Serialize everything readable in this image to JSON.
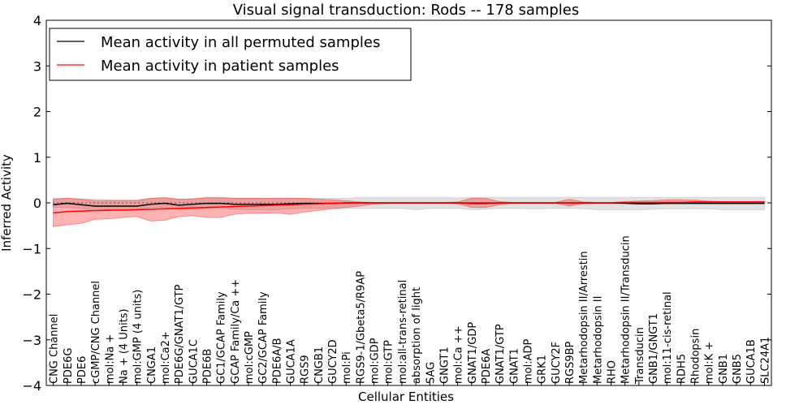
{
  "chart_data": {
    "type": "line",
    "title": "Visual signal transduction: Rods -- 178 samples",
    "xlabel": "Cellular Entities",
    "ylabel": "Inferred Activity",
    "ylim": [
      -4,
      4
    ],
    "yticks": [
      "4",
      "3",
      "2",
      "1",
      "0",
      "−1",
      "−2",
      "−3",
      "−4"
    ],
    "ytick_values": [
      4,
      3,
      2,
      1,
      0,
      -1,
      -2,
      -3,
      -4
    ],
    "grid": false,
    "legend_position": "top-left",
    "categories": [
      "CNG Channel",
      "PDE6G",
      "PDE6",
      "cGMP/CNG Channel",
      "mol:Na +",
      "Na + (4 Units)",
      "mol:GMP (4 units)",
      "CNGA1",
      "mol:Ca2+",
      "PDE6G/GNAT1/GTP",
      "GUCA1C",
      "PDE6B",
      "GC1/GCAP Family",
      "GCAP Family/Ca ++",
      "mol:cGMP",
      "GC2/GCAP Family",
      "PDE6A/B",
      "GUCA1A",
      "RGS9",
      "CNGB1",
      "GUCY2D",
      "mol:Pi",
      "RGS9-1/Gbeta5/R9AP",
      "mol:GDP",
      "mol:GTP",
      "mol:all-trans-retinal",
      "absorption of light",
      "SAG",
      "GNGT1",
      "mol:Ca ++",
      "GNAT1/GDP",
      "PDE6A",
      "GNAT1/GTP",
      "GNAT1",
      "mol:ADP",
      "GRK1",
      "GUCY2F",
      "RGS9BP",
      "Metarhodopsin II/Arrestin",
      "Metarhodopsin II",
      "RHO",
      "Metarhodopsin II/Transducin",
      "Transducin",
      "GNB1/GNGT1",
      "mol:11-cis-retinal",
      "RDH5",
      "Rhodopsin",
      "mol:K +",
      "GNB1",
      "GNB5",
      "GUCA1B",
      "SLC24A1"
    ],
    "series": [
      {
        "name": "Mean activity in all permuted samples",
        "color": "#000000",
        "values": [
          -0.04,
          -0.01,
          -0.04,
          -0.07,
          -0.07,
          -0.07,
          -0.07,
          -0.03,
          -0.01,
          -0.05,
          -0.03,
          -0.01,
          -0.01,
          -0.03,
          -0.03,
          -0.03,
          -0.03,
          -0.02,
          -0.01,
          -0.01,
          -0.01,
          0,
          0,
          0,
          0,
          0,
          0,
          0,
          0,
          0,
          -0.01,
          -0.01,
          0,
          0,
          0,
          0,
          0,
          0,
          0,
          0,
          0,
          -0.01,
          -0.02,
          -0.02,
          -0.01,
          -0.01,
          -0.01,
          -0.01,
          -0.01,
          -0.01,
          -0.01,
          -0.01
        ],
        "band_upper": [
          0.1,
          0.1,
          0.09,
          0.08,
          0.07,
          0.07,
          0.07,
          0.1,
          0.1,
          0.08,
          0.09,
          0.1,
          0.1,
          0.1,
          0.1,
          0.1,
          0.1,
          0.1,
          0.1,
          0.1,
          0.1,
          0.1,
          0.12,
          0.12,
          0.12,
          0.12,
          0.12,
          0.12,
          0.12,
          0.11,
          0.12,
          0.12,
          0.12,
          0.12,
          0.12,
          0.12,
          0.12,
          0.12,
          0.12,
          0.12,
          0.12,
          0.12,
          0.12,
          0.12,
          0.12,
          0.12,
          0.12,
          0.12,
          0.12,
          0.12,
          0.12,
          0.12
        ],
        "band_lower": [
          -0.1,
          -0.1,
          -0.12,
          -0.17,
          -0.17,
          -0.16,
          -0.15,
          -0.1,
          -0.1,
          -0.15,
          -0.14,
          -0.12,
          -0.12,
          -0.14,
          -0.15,
          -0.15,
          -0.15,
          -0.13,
          -0.12,
          -0.12,
          -0.12,
          -0.12,
          -0.12,
          -0.12,
          -0.12,
          -0.12,
          -0.15,
          -0.12,
          -0.12,
          -0.12,
          -0.15,
          -0.14,
          -0.12,
          -0.12,
          -0.13,
          -0.13,
          -0.12,
          -0.12,
          -0.13,
          -0.15,
          -0.15,
          -0.15,
          -0.15,
          -0.14,
          -0.13,
          -0.13,
          -0.13,
          -0.13,
          -0.15,
          -0.15,
          -0.15,
          -0.15
        ]
      },
      {
        "name": "Mean activity in patient samples",
        "color": "#ff0000",
        "values": [
          -0.22,
          -0.19,
          -0.18,
          -0.17,
          -0.16,
          -0.16,
          -0.15,
          -0.14,
          -0.13,
          -0.12,
          -0.11,
          -0.1,
          -0.09,
          -0.08,
          -0.07,
          -0.06,
          -0.05,
          -0.04,
          -0.03,
          -0.02,
          -0.01,
          0,
          0,
          0,
          0,
          0,
          0,
          0,
          0,
          0,
          0,
          0,
          0,
          0,
          0,
          0,
          0,
          0,
          0,
          0,
          0,
          0.01,
          0.01,
          0.01,
          0.01,
          0.01,
          0.02,
          0.02,
          0.02,
          0.02,
          0.02,
          0.02
        ],
        "band_upper": [
          0.08,
          0.1,
          0.08,
          0.05,
          0.05,
          0.05,
          0.05,
          0.1,
          0.12,
          0.08,
          0.09,
          0.12,
          0.12,
          0.1,
          0.1,
          0.1,
          0.1,
          0.1,
          0.1,
          0.08,
          0.07,
          0.05,
          0.02,
          0.01,
          0.01,
          0.01,
          0.01,
          0.01,
          0.01,
          0.02,
          0.1,
          0.1,
          0.03,
          0.01,
          0.01,
          0.01,
          0.01,
          0.08,
          0.02,
          0.01,
          0.01,
          0.03,
          0.04,
          0.05,
          0.07,
          0.07,
          0.06,
          0.04,
          0.03,
          0.03,
          0.03,
          0.03
        ],
        "band_lower": [
          -0.52,
          -0.48,
          -0.45,
          -0.36,
          -0.35,
          -0.32,
          -0.3,
          -0.4,
          -0.38,
          -0.3,
          -0.28,
          -0.32,
          -0.32,
          -0.25,
          -0.23,
          -0.23,
          -0.22,
          -0.25,
          -0.2,
          -0.17,
          -0.13,
          -0.1,
          -0.07,
          -0.03,
          -0.01,
          -0.01,
          -0.01,
          -0.01,
          -0.01,
          -0.02,
          -0.1,
          -0.1,
          -0.04,
          -0.01,
          -0.01,
          -0.01,
          -0.01,
          -0.07,
          -0.02,
          -0.01,
          -0.01,
          -0.01,
          -0.01,
          0,
          0,
          0,
          0,
          0,
          0,
          0,
          0,
          0
        ]
      }
    ],
    "reference_line": 0
  }
}
